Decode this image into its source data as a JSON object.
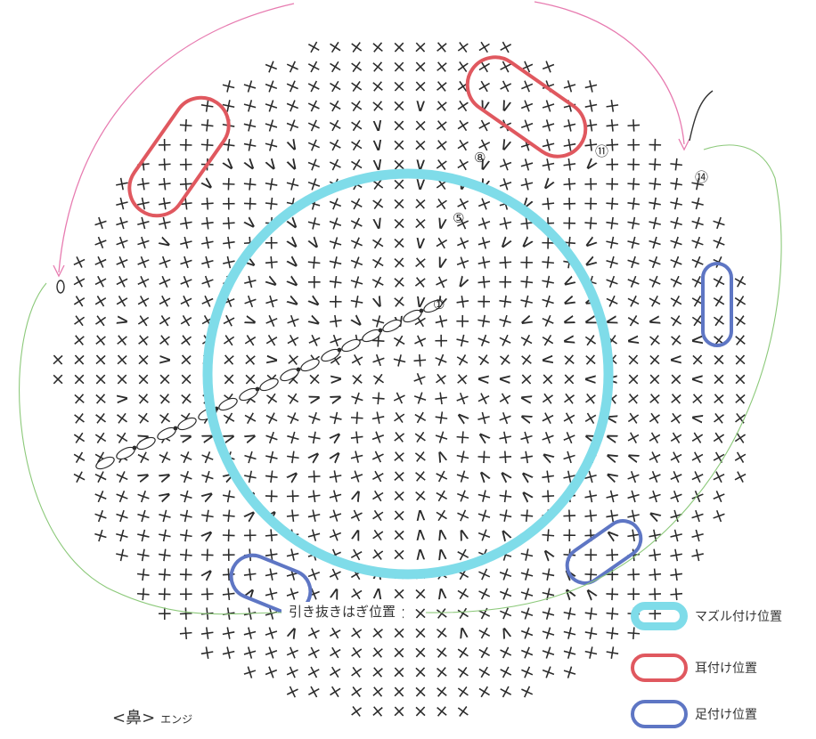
{
  "legend": {
    "items": [
      {
        "label": "マズル付け位置",
        "color": "#7fdce9",
        "kind": "muzzle"
      },
      {
        "label": "耳付け位置",
        "color": "#e0585f",
        "kind": "ear"
      },
      {
        "label": "足付け位置",
        "color": "#5e76c4",
        "kind": "leg"
      }
    ]
  },
  "seam_label": "引き抜きはぎ位置",
  "nose": {
    "title": "<鼻>",
    "color_name": "エンジ"
  },
  "round_markers": [
    "①",
    "⑤",
    "⑧",
    "⑪",
    "⑭"
  ],
  "colors": {
    "stitch": "#2b2b2b",
    "muzzle": "#7fdce9",
    "ear": "#e0585f",
    "leg": "#5e76c4",
    "arrow_pink": "#e77bb0",
    "arrow_green": "#8cc97a"
  },
  "symbols": {
    "single_crochet": "×",
    "increase": "∨",
    "chain": "○",
    "slip_stitch": "•"
  }
}
